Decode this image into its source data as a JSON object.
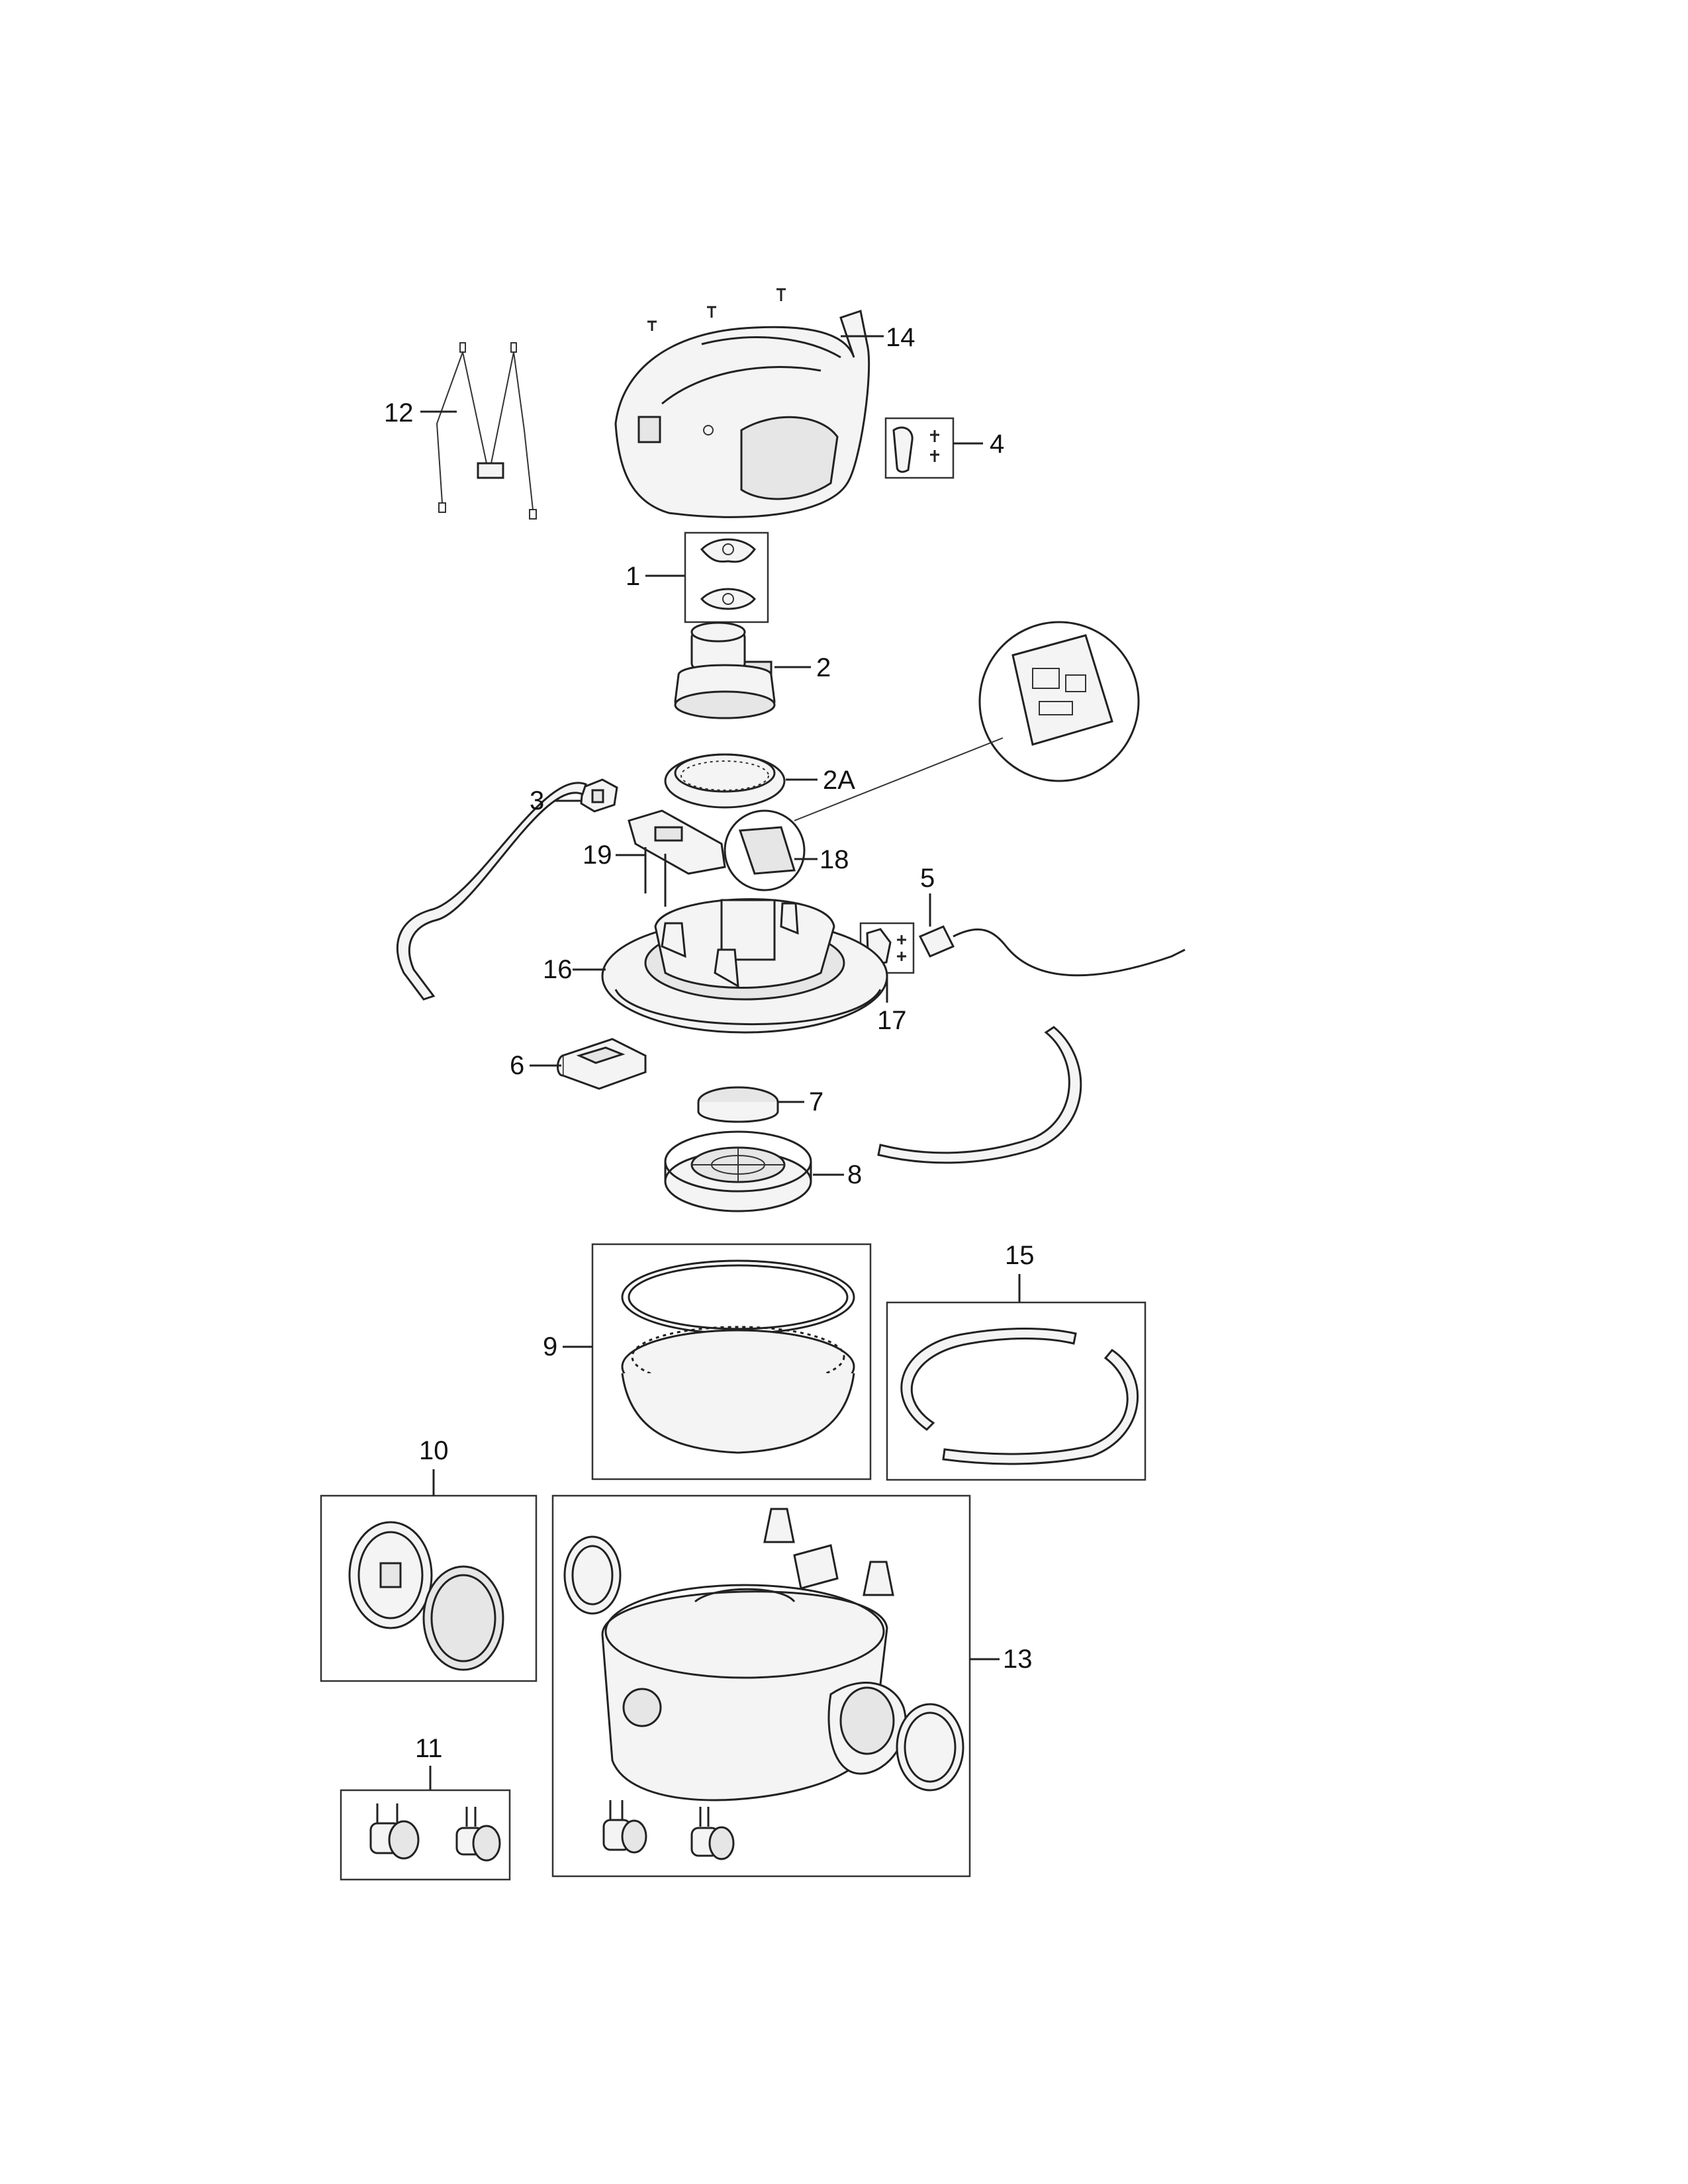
{
  "diagram": {
    "labels": {
      "p1": "1",
      "p2": "2",
      "p2a": "2A",
      "p3": "3",
      "p4": "4",
      "p5": "5",
      "p6": "6",
      "p7": "7",
      "p8": "8",
      "p9": "9",
      "p10": "10",
      "p11": "11",
      "p12": "12",
      "p13": "13",
      "p14": "14",
      "p15": "15",
      "p16": "16",
      "p17": "17",
      "p18": "18",
      "p19": "19"
    }
  }
}
